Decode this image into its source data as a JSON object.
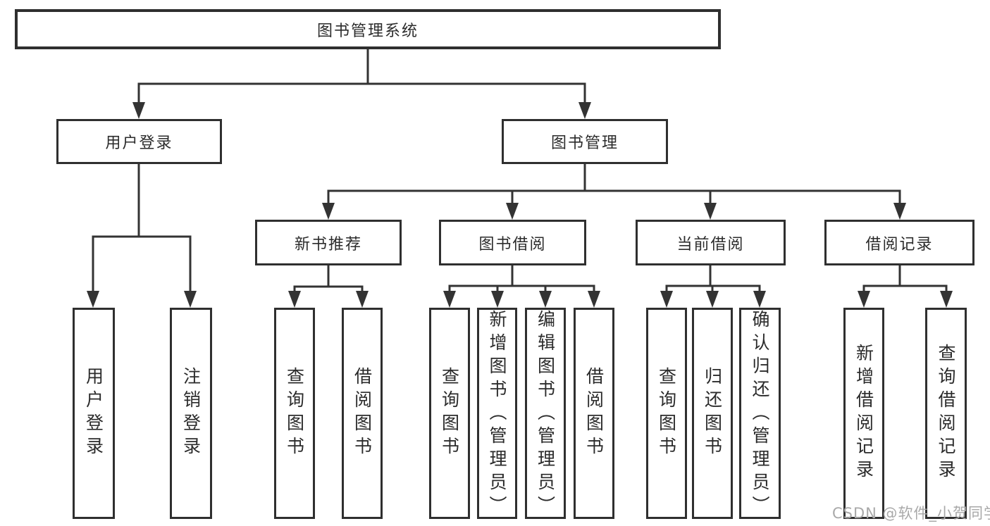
{
  "tree": {
    "label": "图书管理系统",
    "children": [
      {
        "label": "用户登录",
        "children": [
          {
            "label": "用户登录"
          },
          {
            "label": "注销登录"
          }
        ]
      },
      {
        "label": "图书管理",
        "children": [
          {
            "label": "新书推荐",
            "children": [
              {
                "label": "查询图书"
              },
              {
                "label": "借阅图书"
              }
            ]
          },
          {
            "label": "图书借阅",
            "children": [
              {
                "label": "查询图书"
              },
              {
                "label": "新增图书（管理员）"
              },
              {
                "label": "编辑图书（管理员）"
              },
              {
                "label": "借阅图书"
              }
            ]
          },
          {
            "label": "当前借阅",
            "children": [
              {
                "label": "查询图书"
              },
              {
                "label": "归还图书"
              },
              {
                "label": "确认归还（管理员）"
              }
            ]
          },
          {
            "label": "借阅记录",
            "children": [
              {
                "label": "新增借阅记录"
              },
              {
                "label": "查询借阅记录"
              }
            ]
          }
        ]
      }
    ]
  },
  "watermark": {
    "text": "CSDN @软件_小贺同学"
  },
  "colors": {
    "line": "#333333",
    "box_border": "#2f2f2f",
    "text": "#2b2b2b",
    "watermark": "#a9a9a9",
    "background": "#ffffff"
  }
}
